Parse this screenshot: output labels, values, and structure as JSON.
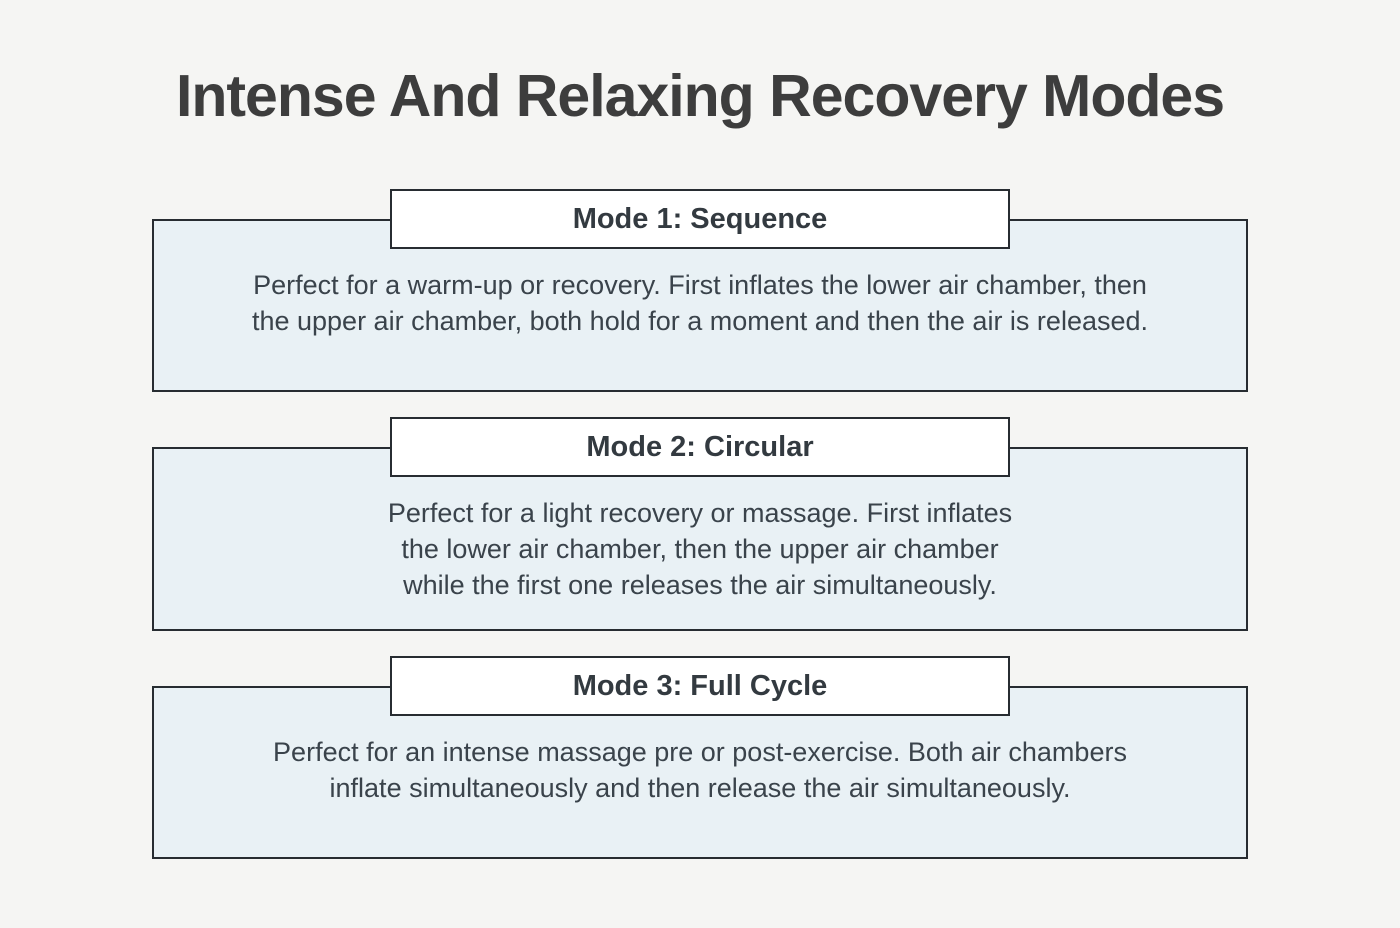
{
  "page": {
    "title": "Intense And Relaxing Recovery Modes"
  },
  "modes": [
    {
      "heading": "Mode 1: Sequence",
      "description": "Perfect for a warm-up or recovery. First inflates the lower air chamber, then the upper air chamber, both hold for a moment and then the air is released."
    },
    {
      "heading": "Mode 2: Circular",
      "description": "Perfect for a light recovery or massage. First inflates the lower air chamber, then the upper air chamber while the first one releases the air simultaneously."
    },
    {
      "heading": "Mode 3: Full Cycle",
      "description": "Perfect for an intense massage pre or post-exercise. Both air chambers inflate simultaneously and then release the air simultaneously."
    }
  ],
  "colors": {
    "page_bg": "#f5f5f3",
    "card_bg": "#e9f1f5",
    "header_bg": "#ffffff",
    "border": "#272c31",
    "title_text": "#3d3d3d",
    "heading_text": "#333a40",
    "body_text": "#3a434b"
  }
}
